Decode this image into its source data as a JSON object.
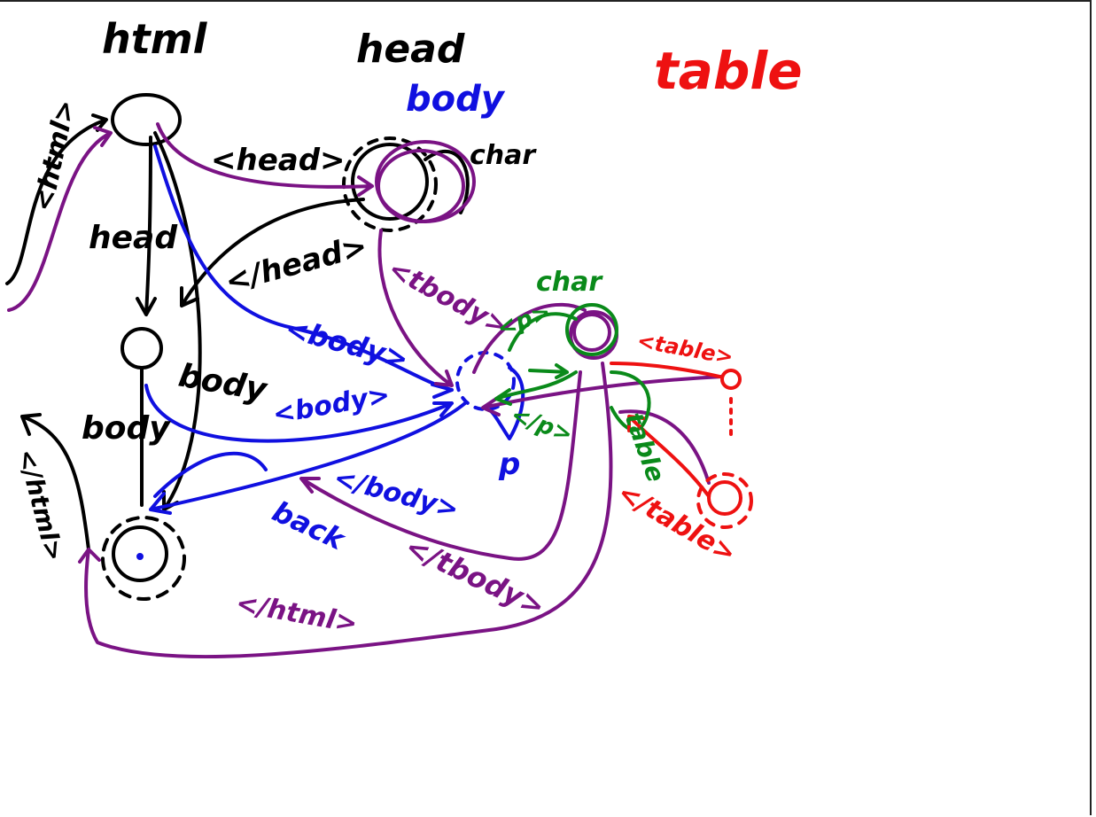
{
  "colors": {
    "black": "#000000",
    "blue": "#1010e0",
    "purple": "#7a1384",
    "green": "#0a8a1a",
    "red": "#ee1111",
    "background": "#ffffff"
  },
  "title_labels": {
    "html": "html",
    "head": "head",
    "table": "table",
    "body": "body"
  },
  "edge_labels": {
    "html_open": "<html>",
    "head_open": "<head>",
    "head_close": "</head>",
    "head_word": "head",
    "body_word1": "body",
    "body_word2": "body",
    "html_close_left": "</html>",
    "char_black": "char",
    "tbody_open": "<tbody>",
    "body_open_1": "<body>",
    "body_open_2": "<body>",
    "body_close": "</body>",
    "back": "back",
    "tbody_close": "</tbody>",
    "html_close_bottom": "</html>",
    "char_green": "char",
    "p_open": "<p>",
    "p_close": "</p>",
    "p_word": "p",
    "table_word": "table",
    "table_open": "<table>",
    "table_close": "</table>"
  }
}
